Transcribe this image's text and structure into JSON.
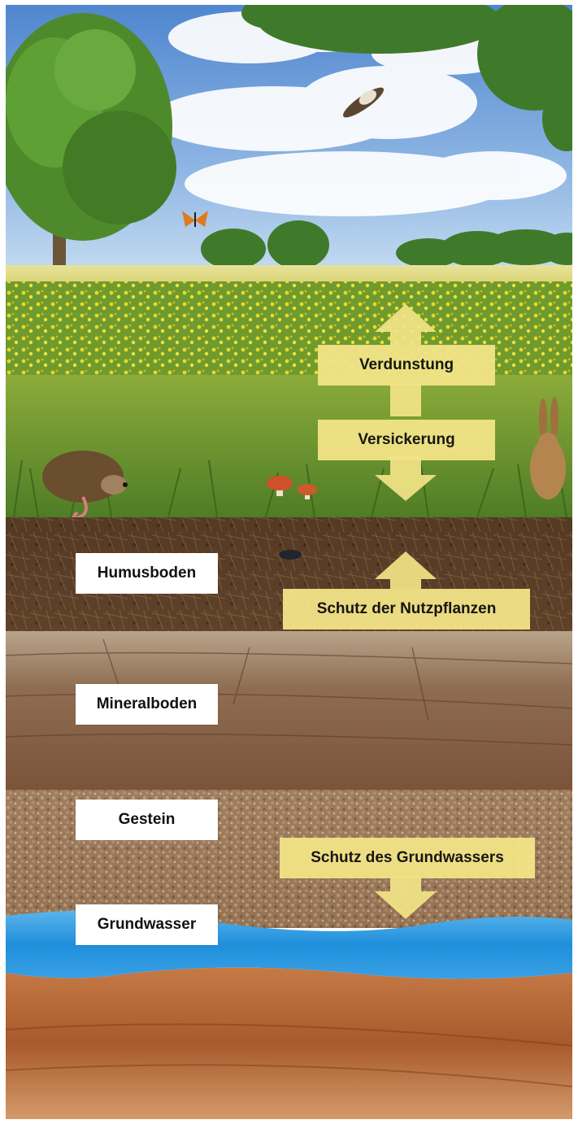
{
  "layers": {
    "humus": "Humusboden",
    "mineral": "Mineralboden",
    "rock": "Gestein",
    "groundwater": "Grundwasser"
  },
  "processes": {
    "evaporation": "Verdunstung",
    "infiltration": "Versickerung",
    "crop_protection": "Schutz der Nutzpflanzen",
    "groundwater_protection": "Schutz des Grundwassers"
  },
  "colors": {
    "arrow": "#f2e487",
    "sky": "#6f9fd8",
    "meadow": "#7aa33b",
    "rapeseed": "#d8d028",
    "humus": "#5a3d24",
    "mineral": "#8a6548",
    "rock": "#9c7a5c",
    "groundwater": "#2f9ae0",
    "subsoil": "#b86a36"
  },
  "icons": [
    "tree-icon",
    "hawk-icon",
    "butterfly-icon",
    "hedgehog-icon",
    "mushroom-icon",
    "hare-icon",
    "worm-icon",
    "beetle-icon"
  ]
}
